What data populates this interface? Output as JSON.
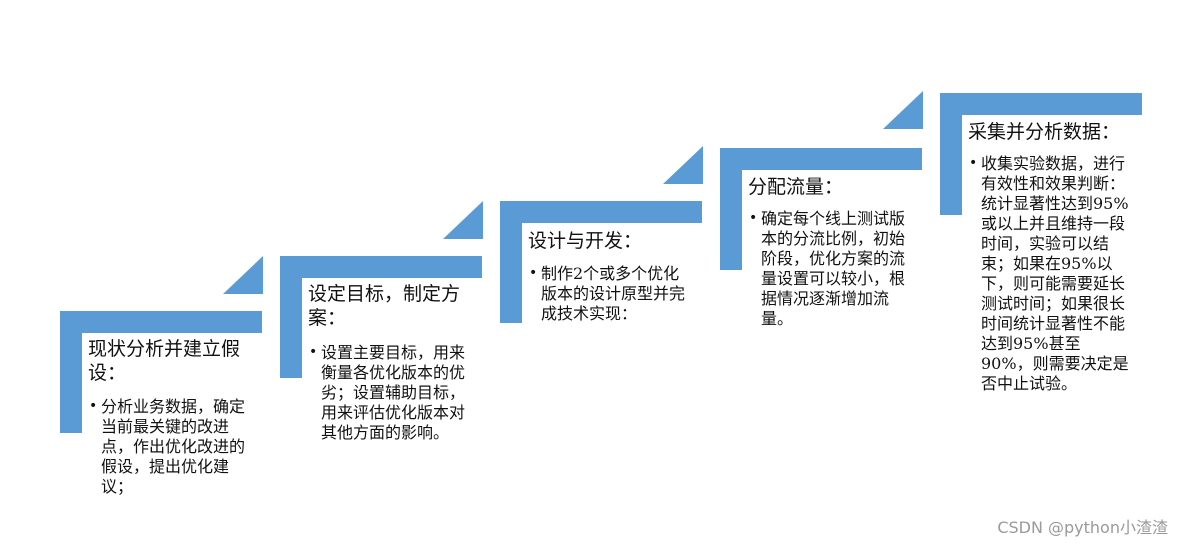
{
  "steps": [
    {
      "title": "现状分析并建立假设：",
      "bullet": "分析业务数据，确定当前最关键的改进点，作出优化改进的假设，提出优化建议；"
    },
    {
      "title": "设定目标，制定方案：",
      "bullet": "设置主要目标，用来衡量各优化版本的优劣；设置辅助目标，用来评估优化版本对其他方面的影响。"
    },
    {
      "title": "设计与开发：",
      "bullet": "制作2个或多个优化版本的设计原型并完成技术实现："
    },
    {
      "title": "分配流量：",
      "bullet": "确定每个线上测试版本的分流比例，初始阶段，优化方案的流量设置可以较小，根据情况逐渐增加流量。"
    },
    {
      "title": "采集并分析数据：",
      "bullet": "收集实验数据，进行有效性和效果判断：统计显著性达到95%或以上并且维持一段时间，实验可以结束；如果在95%以下，则可能需要延长测试时间；如果很长时间统计显著性不能达到95%甚至90%，则需要决定是否中止试验。"
    }
  ],
  "watermark": "CSDN @python小渣渣",
  "colors": {
    "accent": "#5b9bd5",
    "text": "#111111",
    "watermark": "#9a9a9a"
  }
}
